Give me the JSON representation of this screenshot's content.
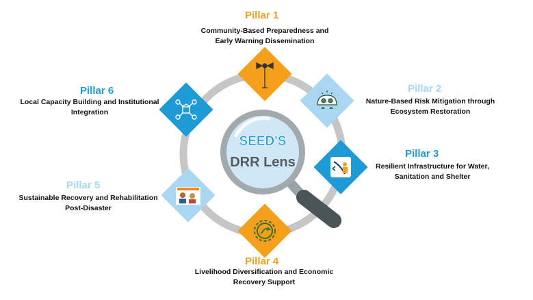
{
  "center": {
    "line1": "SEED'S",
    "line2": "DRR Lens"
  },
  "colors": {
    "orange": "#f5a01d",
    "blue": "#1f9ad6",
    "light_blue": "#a9d7f1",
    "ring": "#c6c6c6",
    "handle": "#4a5459"
  },
  "pillars": [
    {
      "title": "Pillar 1",
      "line1": "Community-Based Preparedness and",
      "line2": "Early Warning Dissemination",
      "color": "#f5a01d",
      "icon": "siren-tower-icon"
    },
    {
      "title": "Pillar 2",
      "line1": "Nature-Based Risk Mitigation through",
      "line2": "Ecosystem Restoration",
      "color": "#a9d7f1",
      "icon": "nature-ecosystem-icon"
    },
    {
      "title": "Pillar 3",
      "line1": "Resilient Infrastructure for Water,",
      "line2": "Sanitation and Shelter",
      "color": "#1f9ad6",
      "icon": "infrastructure-shield-icon"
    },
    {
      "title": "Pillar 4",
      "line1": "Livelihood Diversification and Economic",
      "line2": "Recovery Support",
      "color": "#f5a01d",
      "icon": "gear-growth-icon"
    },
    {
      "title": "Pillar 5",
      "line1": "Sustainable Recovery and Rehabilitation",
      "line2": "Post-Disaster",
      "color": "#a9d7f1",
      "icon": "recovery-workers-icon"
    },
    {
      "title": "Pillar 6",
      "line1": "Local Capacity Building and Institutional",
      "line2": "Integration",
      "color": "#1f9ad6",
      "icon": "institution-network-icon"
    }
  ]
}
